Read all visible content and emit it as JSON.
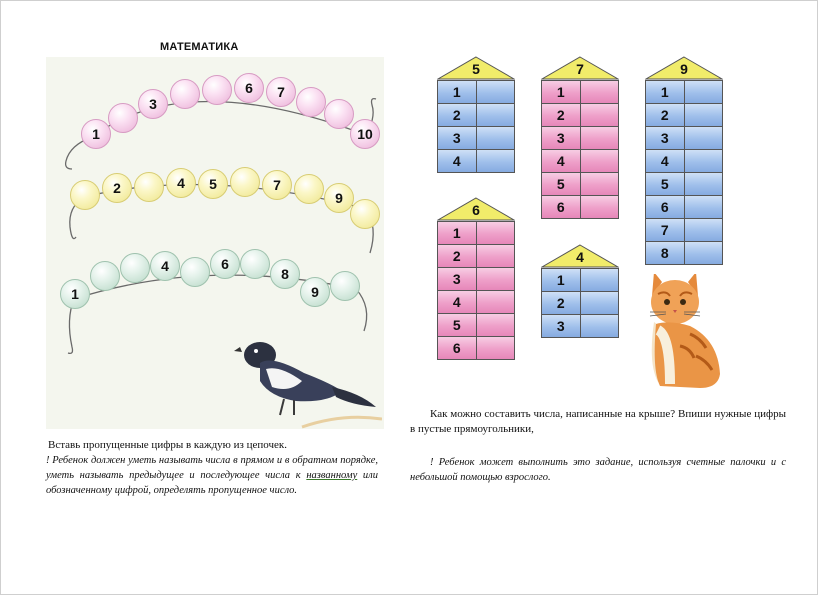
{
  "page": {
    "title": "МАТЕМАТИКА"
  },
  "chains": [
    {
      "color": "pink",
      "beads": [
        "1",
        "",
        "3",
        "",
        "",
        "6",
        "7",
        "",
        "",
        "10"
      ]
    },
    {
      "color": "yellow",
      "beads": [
        "",
        "2",
        "",
        "4",
        "5",
        "",
        "7",
        "",
        "9",
        ""
      ]
    },
    {
      "color": "green",
      "beads": [
        "1",
        "",
        "",
        "4",
        "",
        "6",
        "",
        "8",
        "9",
        ""
      ]
    }
  ],
  "houses": [
    {
      "roof": "5",
      "color": "blue",
      "rows": [
        "1",
        "2",
        "3",
        "4"
      ]
    },
    {
      "roof": "7",
      "color": "pink",
      "rows": [
        "1",
        "2",
        "3",
        "4",
        "5",
        "6"
      ]
    },
    {
      "roof": "9",
      "color": "blue",
      "rows": [
        "1",
        "2",
        "3",
        "4",
        "5",
        "6",
        "7",
        "8"
      ]
    },
    {
      "roof": "6",
      "color": "pink",
      "rows": [
        "1",
        "2",
        "3",
        "4",
        "5",
        "6"
      ]
    },
    {
      "roof": "4",
      "color": "blue",
      "rows": [
        "1",
        "2",
        "3"
      ]
    }
  ],
  "left_text": {
    "instruction": "Вставь пропущенные цифры в каждую из цепочек.",
    "note_part1": "! Ребенок должен уметь называть числа в прямом и в обратном порядке, уметь называть предыдущее и последующее числа к ",
    "note_underlined": "названному",
    "note_part2": " или обозначенному цифрой, определять пропущенное число."
  },
  "right_text": {
    "instruction": "Как можно составить числа, написанные на крыше? Впиши нужные цифры в пустые прямоугольники,",
    "note": "! Ребенок может выполнить это задание, используя счетные палочки и с небольшой помощью взрослого."
  },
  "colors": {
    "roof_yellow": "#f1ec6a",
    "house_blue": "#9fbfeb",
    "house_pink": "#ee9fc9",
    "bead_pink": "#eab0d6",
    "bead_yellow": "#eee58a",
    "bead_green": "#b8d8c6"
  },
  "illustrations": [
    "magpie-bird",
    "ginger-cat"
  ]
}
